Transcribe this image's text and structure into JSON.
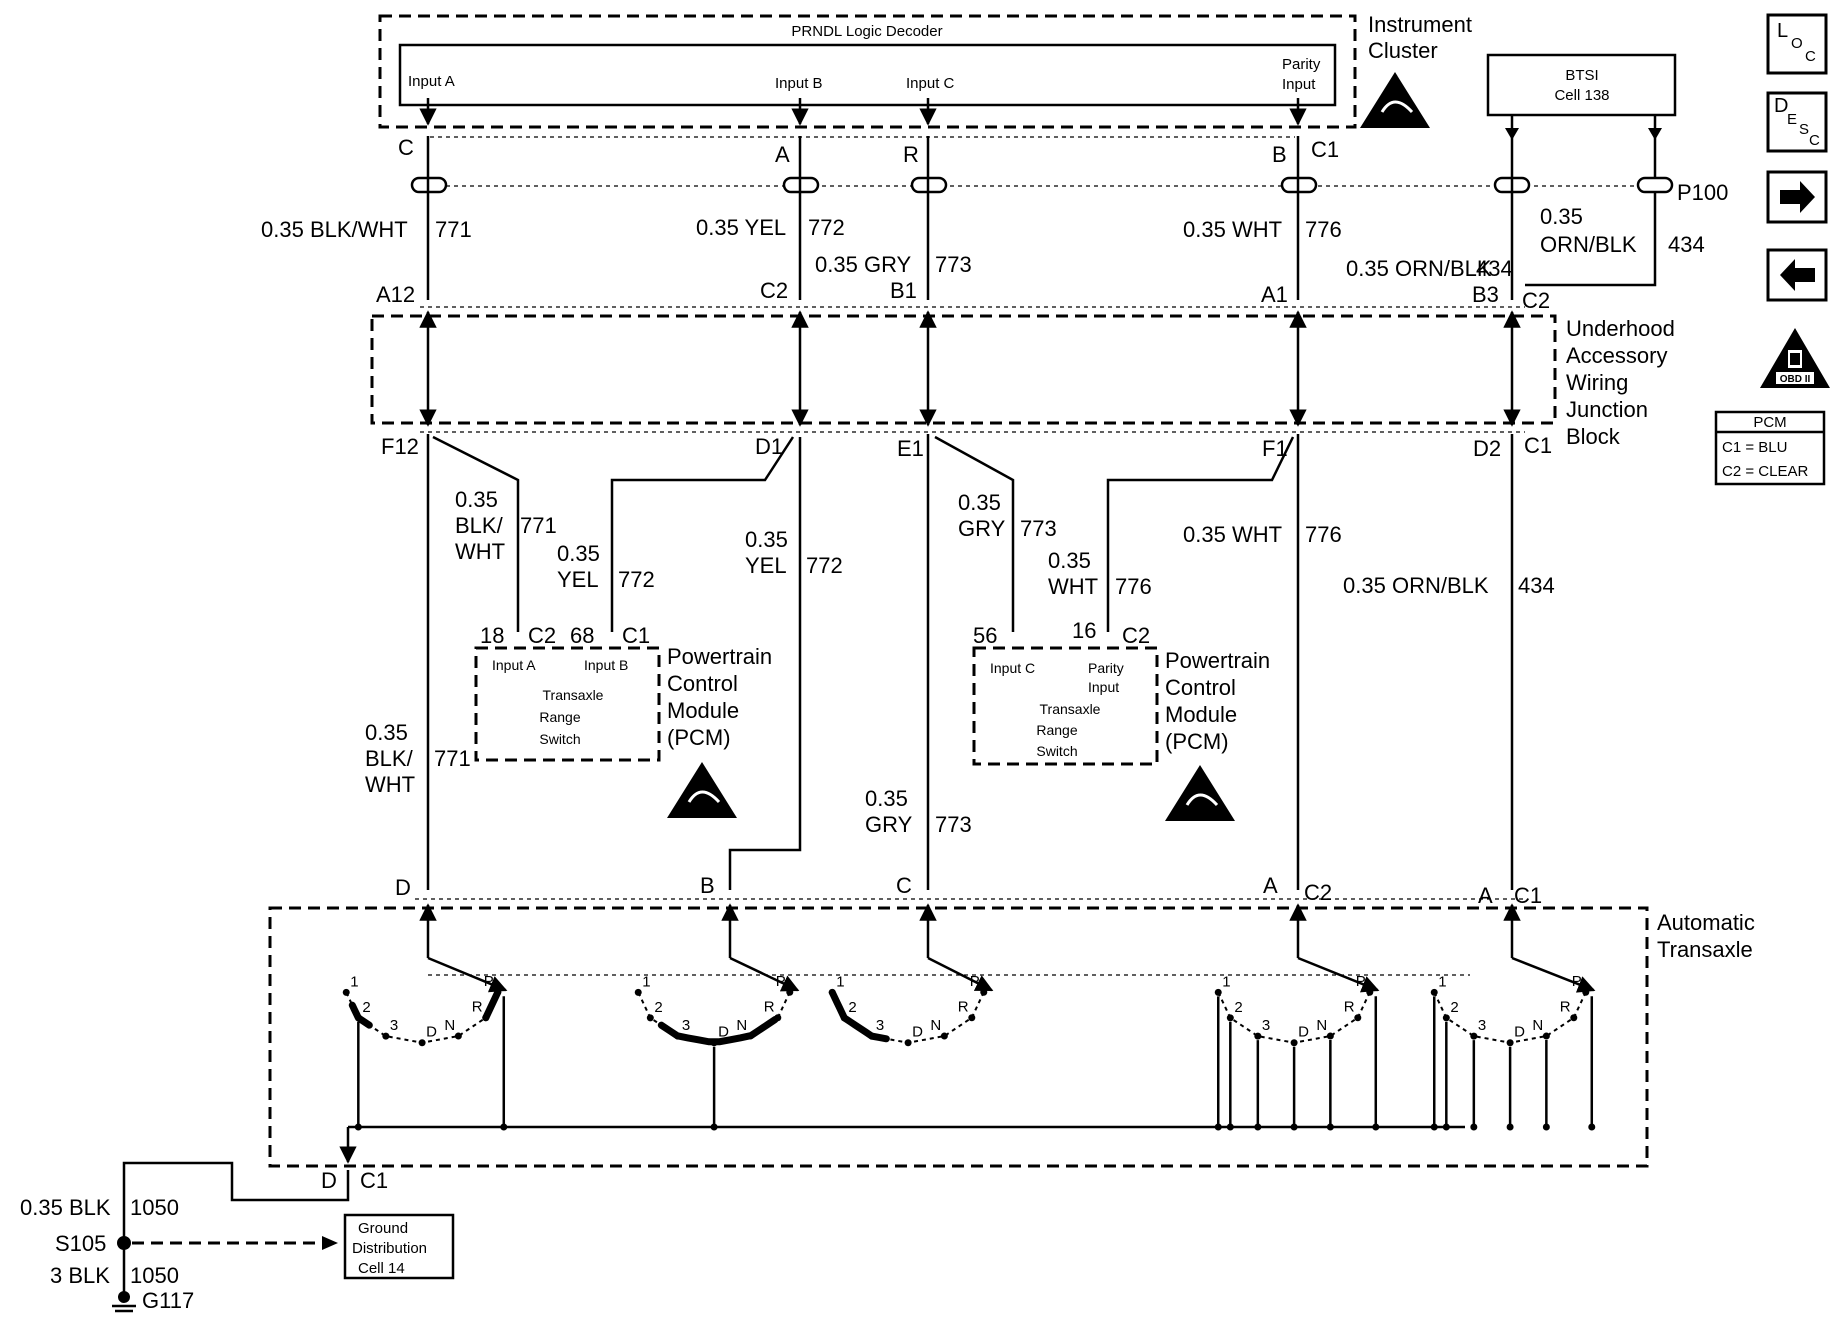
{
  "blocks": {
    "prndl_decoder": {
      "title": "PRNDL Logic Decoder",
      "inputs": [
        "Input A",
        "Input B",
        "Input C"
      ],
      "parity_line1": "Parity",
      "parity_line2": "Input"
    },
    "instrument_cluster": {
      "line1": "Instrument",
      "line2": "Cluster"
    },
    "btsi": {
      "line1": "BTSI",
      "line2": "Cell 138"
    },
    "underhood": {
      "lines": [
        "Underhood",
        "Accessory",
        "Wiring",
        "Junction",
        "Block"
      ]
    },
    "pcm_left": {
      "input_a": "Input A",
      "input_b": "Input B",
      "line1": "Transaxle",
      "line2": "Range",
      "line3": "Switch",
      "title": [
        "Powertrain",
        "Control",
        "Module",
        "(PCM)"
      ]
    },
    "pcm_right": {
      "input_c": "Input C",
      "parity1": "Parity",
      "parity2": "Input",
      "line1": "Transaxle",
      "line2": "Range",
      "line3": "Switch",
      "title": [
        "Powertrain",
        "Control",
        "Module",
        "(PCM)"
      ]
    },
    "transaxle": {
      "line1": "Automatic",
      "line2": "Transaxle"
    },
    "ground_dist": {
      "line1": "Ground",
      "line2": "Distribution",
      "line3": "Cell 14"
    }
  },
  "connector_labels": {
    "top": [
      "C",
      "A",
      "R",
      "B",
      "C1"
    ],
    "p100": "P100",
    "mid_top": [
      "A12",
      "C2",
      "B1",
      "A1",
      "B3",
      "C2"
    ],
    "mid_bot": [
      "F12",
      "D1",
      "E1",
      "F1",
      "D2",
      "C1"
    ],
    "pcm_left_pins": [
      "18",
      "C2",
      "68",
      "C1"
    ],
    "pcm_right_pins": [
      "56",
      "16",
      "C2"
    ],
    "trans_top": [
      "D",
      "B",
      "C",
      "A",
      "C2",
      "A",
      "C1"
    ],
    "trans_bot": [
      "D",
      "C1"
    ],
    "splice": "S105",
    "ground": "G117"
  },
  "wires": {
    "w771": {
      "gauge": "0.35",
      "color": "BLK/WHT",
      "color_a": "BLK/",
      "color_b": "WHT",
      "circuit": "771"
    },
    "w772": {
      "gauge": "0.35",
      "color": "YEL",
      "circuit": "772"
    },
    "w773": {
      "gauge": "0.35",
      "color": "GRY",
      "circuit": "773"
    },
    "w776": {
      "gauge": "0.35",
      "color": "WHT",
      "circuit": "776"
    },
    "w434": {
      "gauge": "0.35",
      "color": "ORN/BLK",
      "circuit": "434"
    },
    "w1050a": {
      "gauge": "0.35",
      "color": "BLK",
      "circuit": "1050"
    },
    "w1050b": {
      "gauge": "3",
      "color": "BLK",
      "circuit": "1050"
    }
  },
  "switch_letters": [
    "P",
    "R",
    "N",
    "D",
    "3",
    "2",
    "1"
  ],
  "side_panel": {
    "loc": [
      "L",
      "O",
      "C"
    ],
    "desc": [
      "D",
      "E",
      "S",
      "C"
    ],
    "obd": "OBD II",
    "pcm_title": "PCM",
    "pcm_c1": "C1 = BLU",
    "pcm_c2": "C2 = CLEAR"
  }
}
